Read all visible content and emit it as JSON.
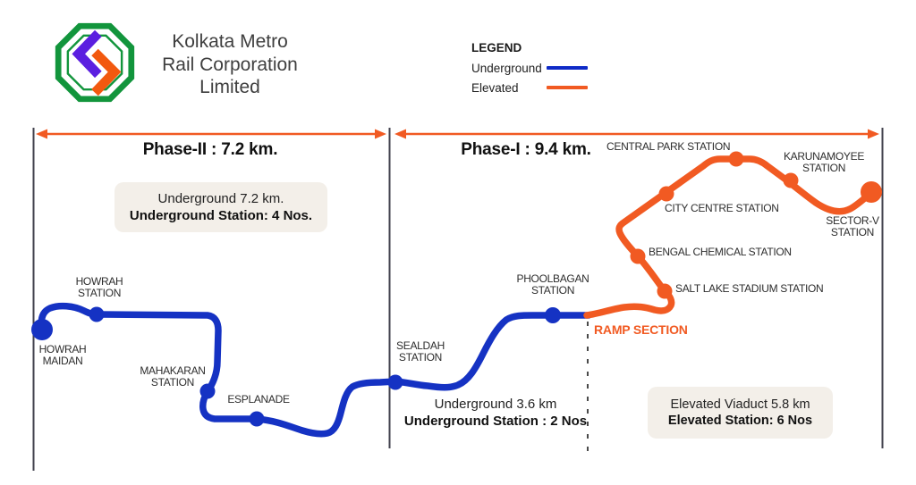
{
  "header": {
    "org_name_lines": [
      "Kolkata Metro",
      "Rail Corporation",
      "Limited"
    ]
  },
  "legend": {
    "title": "LEGEND",
    "underground_label": "Underground",
    "elevated_label": "Elevated"
  },
  "phases": {
    "phase2_label": "Phase-II : 7.2 km.",
    "phase1_label": "Phase-I : 9.4 km."
  },
  "info": {
    "phase2_box": {
      "line1": "Underground 7.2 km.",
      "line2": "Underground Station: 4 Nos."
    },
    "phase1_underground": {
      "line1": "Underground 3.6 km",
      "line2": "Underground Station : 2 Nos"
    },
    "phase1_elevated": {
      "line1": "Elevated Viaduct  5.8 km",
      "line2": "Elevated Station: 6 Nos"
    }
  },
  "route": {
    "ramp_label": "RAMP SECTION",
    "stations": {
      "howrah_maidan": {
        "lines": [
          "HOWRAH",
          "MAIDAN"
        ]
      },
      "howrah": {
        "lines": [
          "HOWRAH",
          "STATION"
        ]
      },
      "mahakaran": {
        "lines": [
          "MAHAKARAN",
          "STATION"
        ]
      },
      "esplanade": {
        "lines": [
          "ESPLANADE"
        ]
      },
      "sealdah": {
        "lines": [
          "SEALDAH",
          "STATION"
        ]
      },
      "phoolbagan": {
        "lines": [
          "PHOOLBAGAN",
          "STATION"
        ]
      },
      "salt_lake_stadium": {
        "lines": [
          "SALT LAKE STADIUM STATION"
        ]
      },
      "bengal_chemical": {
        "lines": [
          "BENGAL CHEMICAL STATION"
        ]
      },
      "city_centre": {
        "lines": [
          "CITY CENTRE STATION"
        ]
      },
      "central_park": {
        "lines": [
          "CENTRAL PARK STATION"
        ]
      },
      "karunamoyee": {
        "lines": [
          "KARUNAMOYEE",
          "STATION"
        ]
      },
      "sector_v": {
        "lines": [
          "SECTOR-V",
          "STATION"
        ]
      }
    }
  },
  "colors": {
    "underground_line": "#1532c3",
    "elevated_line": "#f15a22",
    "legend_underground": "#0f2bc7",
    "info_box_bg": "#f3efe9",
    "logo_green": "#12953c",
    "logo_purple": "#5b1fe0",
    "logo_orange": "#f2590f"
  }
}
